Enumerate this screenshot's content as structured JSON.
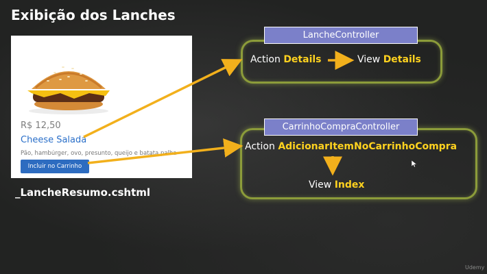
{
  "title": "Exibição dos Lanches",
  "card": {
    "price": "R$ 12,50",
    "name": "Cheese Salada",
    "description": "Pão, hambúrger, ovo, presunto, queijo e batata palha",
    "button_label": "Incluir no Carrinho"
  },
  "filename": "_LancheResumo.cshtml",
  "lanche_controller": {
    "label": "LancheController",
    "action_word": "Action",
    "action_name": "Details",
    "view_word": "View",
    "view_name": "Details"
  },
  "carrinho_controller": {
    "label": "CarrinhoCompraController",
    "action_word": "Action",
    "action_name": "AdicionarItemNoCarrinhoCompra",
    "view_word": "View",
    "view_name": "Index"
  },
  "watermark": "Udemy",
  "colors": {
    "highlight": "#ffd21f",
    "arrow": "#f2b01c",
    "box_border": "#8c9c3a",
    "label_bg": "#7b80c9",
    "button_bg": "#2d6cc0",
    "link": "#2a6fc9"
  }
}
